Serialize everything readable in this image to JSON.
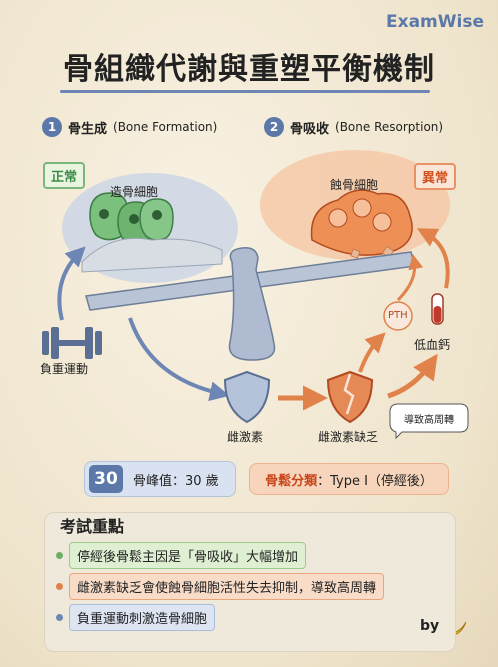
{
  "brand": "ExamWise",
  "title": "骨組織代謝與重塑平衡機制",
  "left_section": {
    "number": "1",
    "title": "骨生成",
    "english": "(Bone Formation)"
  },
  "right_section": {
    "number": "2",
    "title": "骨吸收",
    "english": "(Bone Resorption)"
  },
  "tag_normal": "正常",
  "tag_abnormal": "異常",
  "osteoblast_label": "造骨細胞",
  "osteoclast_label": "蝕骨細胞",
  "exercise_label": "負重運動",
  "estrogen_label": "雌激素",
  "estrogen_deficiency_label": "雌激素缺乏",
  "high_turnover_label": "導致高周轉",
  "pth_label": "PTH",
  "hypocalcemia_label": "低血鈣",
  "peak": {
    "number": "30",
    "text": "骨峰值：30 歲"
  },
  "osteoporosis_type": {
    "key": "骨鬆分類",
    "value": "：Type I（停經後）"
  },
  "exam": {
    "title": "考試重點",
    "items": [
      "停經後骨鬆主因是「骨吸收」大幅增加",
      "雌激素缺乏會使蝕骨細胞活性失去抑制，導致高周轉",
      "負重運動刺激造骨細胞"
    ]
  },
  "byline": "by",
  "colors": {
    "blue": "#5b78a8",
    "green": "#6fae66",
    "orange": "#e0824a",
    "red": "#d0521f"
  }
}
